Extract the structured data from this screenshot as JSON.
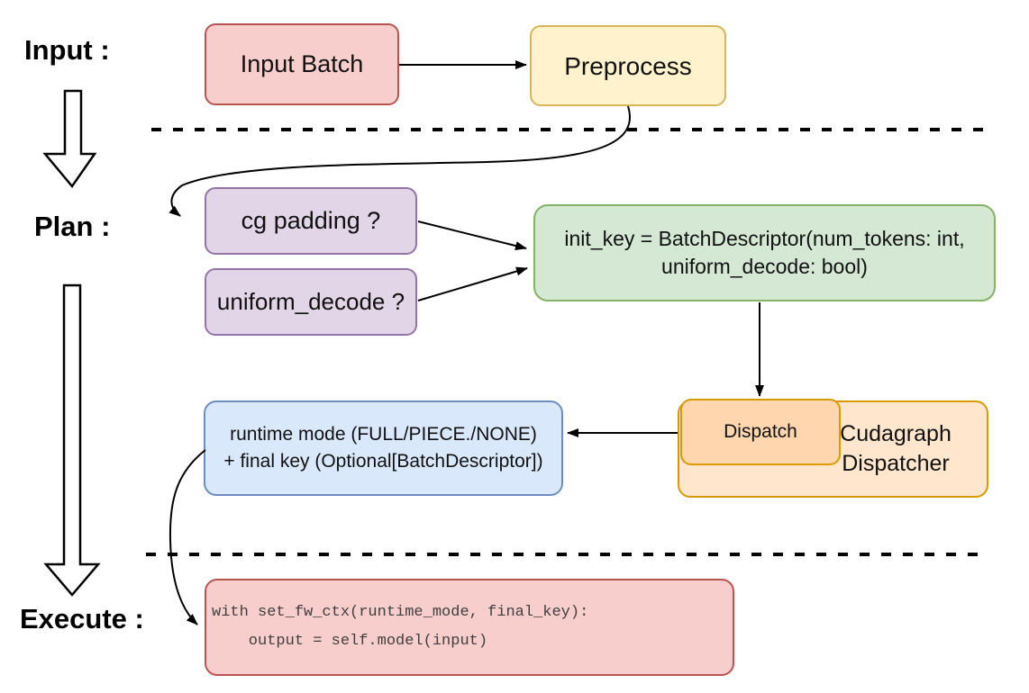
{
  "labels": {
    "input": "Input :",
    "plan": "Plan :",
    "execute": "Execute :"
  },
  "boxes": {
    "input_batch": {
      "label": "Input Batch"
    },
    "preprocess": {
      "label": "Preprocess"
    },
    "cg_padding": {
      "label": "cg padding ?"
    },
    "uniform_decode": {
      "label": "uniform_decode ?"
    },
    "init_key": {
      "line1": "init_key = BatchDescriptor(num_tokens: int,",
      "line2": "uniform_decode: bool)"
    },
    "dispatch": {
      "label": "Dispatch"
    },
    "cudagraph_dispatcher": {
      "label": "Cudagraph Dispatcher"
    },
    "runtime_mode": {
      "line1": "runtime mode (FULL/PIECE./NONE)",
      "line2": "+ final key (Optional[BatchDescriptor])"
    },
    "execute_code": {
      "line1": "with set_fw_ctx(runtime_mode, final_key):",
      "line2": "    output = self.model(input)"
    }
  },
  "colors": {
    "red-fill": "#f8cecc",
    "red-stroke": "#b85450",
    "yellow-fill": "#fff2cc",
    "yellow-stroke": "#d6b656",
    "purple-fill": "#e1d5e7",
    "purple-stroke": "#9673a6",
    "green-fill": "#d5e8d4",
    "green-stroke": "#82b366",
    "blue-fill": "#dae8fc",
    "blue-stroke": "#6c8ebf",
    "orange-fill": "#ffe6cc",
    "orange-inner-fill": "#ffd6ad",
    "orange-stroke": "#d79b00",
    "arrow": "#000000"
  }
}
